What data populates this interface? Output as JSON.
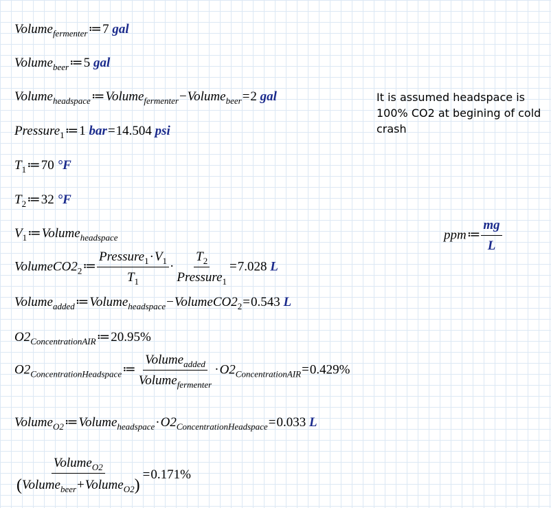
{
  "worksheet": {
    "volume_fermenter": {
      "name": "Volume",
      "sub": "fermenter",
      "assign": "≔",
      "value": "7",
      "unit": "gal"
    },
    "volume_beer": {
      "name": "Volume",
      "sub": "beer",
      "assign": "≔",
      "value": "5",
      "unit": "gal"
    },
    "volume_headspace": {
      "name": "Volume",
      "sub": "headspace",
      "assign": "≔",
      "rhs_a_name": "Volume",
      "rhs_a_sub": "fermenter",
      "minus": "−",
      "rhs_b_name": "Volume",
      "rhs_b_sub": "beer",
      "equals": "=",
      "result": "2",
      "unit": "gal"
    },
    "pressure1": {
      "name": "Pressure",
      "sub": "1",
      "assign": "≔",
      "value": "1",
      "unit": "bar",
      "equals": "=",
      "result": "14.504",
      "result_unit": "psi"
    },
    "t1": {
      "name": "T",
      "sub": "1",
      "assign": "≔",
      "value": "70",
      "unit": "°F"
    },
    "t2": {
      "name": "T",
      "sub": "2",
      "assign": "≔",
      "value": "32",
      "unit": "°F"
    },
    "v1": {
      "name": "V",
      "sub": "1",
      "assign": "≔",
      "rhs_name": "Volume",
      "rhs_sub": "headspace"
    },
    "ppm": {
      "name": "ppm",
      "assign": "≔",
      "num_unit": "mg",
      "den_unit": "L"
    },
    "volume_co2": {
      "name": "VolumeCO2",
      "sub": "2",
      "assign": "≔",
      "f1_num_a": "Pressure",
      "f1_num_a_sub": "1",
      "dot": "·",
      "f1_num_b": "V",
      "f1_num_b_sub": "1",
      "f1_den": "T",
      "f1_den_sub": "1",
      "f2_num": "T",
      "f2_num_sub": "2",
      "f2_den": "Pressure",
      "f2_den_sub": "1",
      "equals": "=",
      "result": "7.028",
      "unit": "L"
    },
    "volume_added": {
      "name": "Volume",
      "sub": "added",
      "assign": "≔",
      "rhs_a_name": "Volume",
      "rhs_a_sub": "headspace",
      "minus": "−",
      "rhs_b_name": "VolumeCO2",
      "rhs_b_sub": "2",
      "equals": "=",
      "result": "0.543",
      "unit": "L"
    },
    "o2_air": {
      "name": "O2",
      "sub": "ConcentrationAIR",
      "assign": "≔",
      "value": "20.95%"
    },
    "o2_headspace": {
      "name": "O2",
      "sub": "ConcentrationHeadspace",
      "assign": "≔",
      "num_name": "Volume",
      "num_sub": "added",
      "den_name": "Volume",
      "den_sub": "fermenter",
      "dot": "·",
      "rhs_name": "O2",
      "rhs_sub": "ConcentrationAIR",
      "equals": "=",
      "result": "0.429%"
    },
    "volume_o2": {
      "name": "Volume",
      "sub": "O2",
      "assign": "≔",
      "rhs_a_name": "Volume",
      "rhs_a_sub": "headspace",
      "dot": "·",
      "rhs_b_name": "O2",
      "rhs_b_sub": "ConcentrationHeadspace",
      "equals": "=",
      "result": "0.033",
      "unit": "L"
    },
    "ratio": {
      "num_name": "Volume",
      "num_sub": "O2",
      "lparen": "(",
      "rparen": ")",
      "den_a_name": "Volume",
      "den_a_sub": "beer",
      "plus": "+",
      "den_b_name": "Volume",
      "den_b_sub": "O2",
      "equals": "=",
      "result": "0.171%"
    }
  },
  "note": {
    "text": "It is assumed headspace is 100% CO2 at begining of cold crash"
  }
}
